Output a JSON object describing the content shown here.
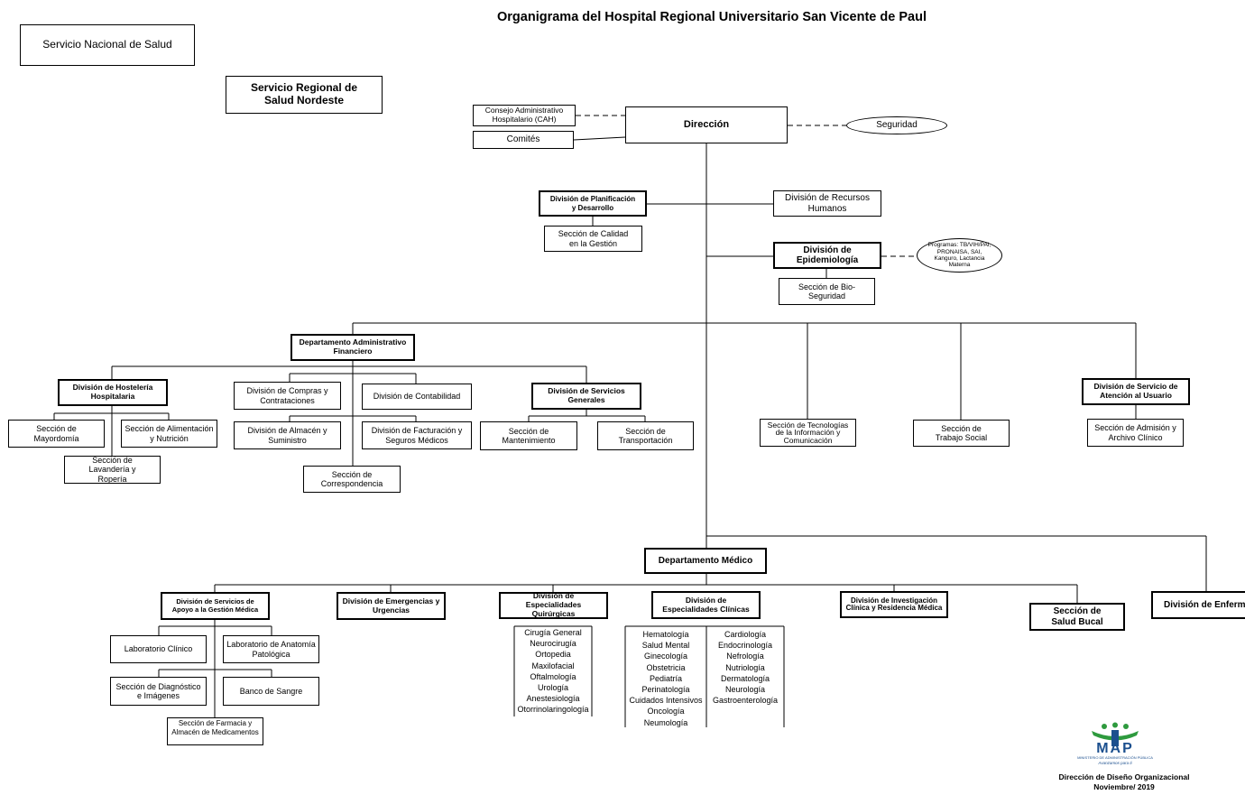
{
  "title": "Organigrama del Hospital Regional Universitario San Vicente de Paul",
  "top_boxes": {
    "sns": "Servicio Nacional de Salud",
    "srs": "Servicio Regional de Salud Nordeste"
  },
  "governance": {
    "cah": "Consejo Administrativo Hospitalario (CAH)",
    "comites": "Comités",
    "direccion": "Dirección",
    "seguridad": "Seguridad"
  },
  "staff": {
    "planificacion": "División de Planificación y Desarrollo",
    "calidad": "Sección de Calidad en la Gestión",
    "rrhh": "División de Recursos Humanos",
    "epidemiologia": "División de Epidemiología",
    "programas": "Programas: TB/VIH/PAI, PRONAISA, SAI, Kanguro, Lactancia Materna",
    "bioseguridad": "Sección de Bio-Seguridad"
  },
  "admin": {
    "departamento": "Departamento Administrativo Financiero",
    "hosteleria": "División de Hostelería Hospitalaria",
    "mayordomia": "Sección de Mayordomía",
    "alimentacion": "Sección de Alimentación y Nutrición",
    "lavanderia": "Sección de Lavandería y Ropería",
    "compras": "División de Compras y Contrataciones",
    "contabilidad": "División de Contabilidad",
    "almacen": "División de Almacén y Suministro",
    "facturacion": "División de Facturación y Seguros Médicos",
    "correspondencia": "Sección de Correspondencia",
    "servicios_generales": "División de Servicios Generales",
    "mantenimiento": "Sección de Mantenimiento",
    "transportacion": "Sección de Transportación"
  },
  "sections": {
    "tic": "Sección de Tecnologías de la Información y Comunicación",
    "trabajo_social": "Sección de Trabajo Social",
    "atencion_usuario": "División de Servicio de Atención al Usuario",
    "admision": "Sección de Admisión y Archivo Clínico"
  },
  "medical": {
    "departamento": "Departamento Médico",
    "apoyo": "División de Servicios de Apoyo a la Gestión Médica",
    "lab_clinico": "Laboratorio Clínico",
    "lab_anatomia": "Laboratorio de Anatomía Patológica",
    "diagnostico": "Sección de Diagnóstico e Imágenes",
    "banco_sangre": "Banco de Sangre",
    "farmacia": "Sección de Farmacia y Almacén de Medicamentos",
    "emergencias": "División de Emergencias y Urgencias",
    "quirurgicas": "División de Especialidades Quirúrgicas",
    "quirurgicas_list": [
      "Cirugía General",
      "Neurocirugía",
      "Ortopedia",
      "Maxilofacial",
      "Oftalmología",
      "Urología",
      "Anestesiología",
      "Otorrinolaringología"
    ],
    "clinicas": "División de Especialidades Clínicas",
    "clinicas_list_left": [
      "Hematología",
      "Salud Mental",
      "Ginecología",
      "Obstetricia",
      "Pediatría",
      "Perinatología",
      "Cuidados Intensivos",
      "Oncología",
      "Neumología"
    ],
    "clinicas_list_right": [
      "Cardiología",
      "Endocrinología",
      "Nefrología",
      "Nutriología",
      "Dermatología",
      "Neurología",
      "Gastroenterología"
    ],
    "investigacion": "División de Investigación Clínica y Residencia Médica",
    "salud_bucal": "Sección de Salud Bucal",
    "enfermeria": "División de Enfermería"
  },
  "footer": {
    "logo_text": "MAP",
    "logo_sub": "MINISTERIO DE ADMINISTRACIÓN PÚBLICA",
    "logo_tag": "Avanzamos para ti",
    "line1": "Dirección de Diseño Organizacional",
    "line2": "Noviembre/ 2019"
  }
}
